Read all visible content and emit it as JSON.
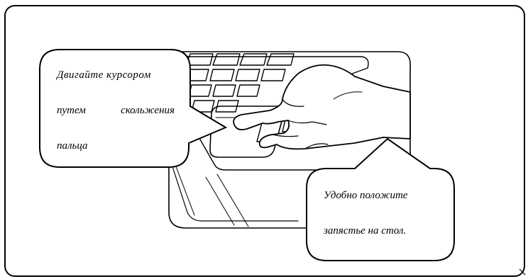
{
  "callout_left": {
    "line1": "Двигайте курсором",
    "line2_word1": "путем",
    "line2_word2": "скольжения",
    "line3": "пальца"
  },
  "callout_right": {
    "line1": "Удобно положите",
    "line2": "запястье на стол."
  },
  "illustration": {
    "subject": "hand on laptop touchpad",
    "stroke_color": "#000000",
    "background_color": "#ffffff"
  }
}
